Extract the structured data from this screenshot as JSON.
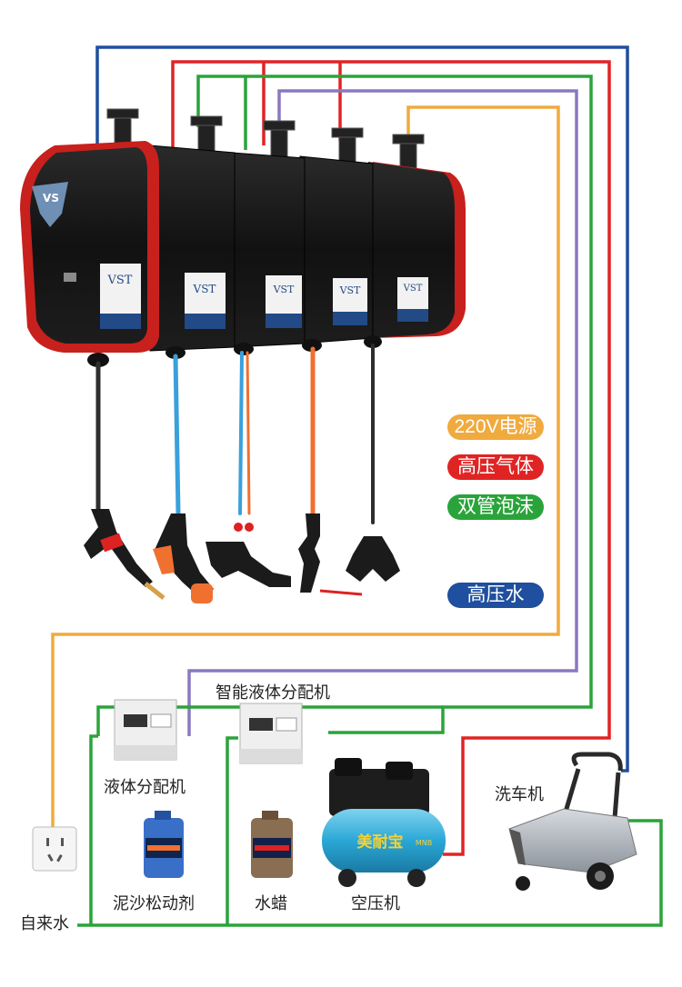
{
  "colors": {
    "power": "#f0aa3e",
    "air": "#e02424",
    "foam": "#2aa43a",
    "water_high": "#1f4f9e",
    "liquid": "#8a78c0",
    "tap": "#2aa43a"
  },
  "legend": [
    {
      "label": "220V电源",
      "color": "#f0aa3e"
    },
    {
      "label": "高压气体",
      "color": "#e02424"
    },
    {
      "label": "双管泡沫",
      "color": "#2aa43a"
    },
    {
      "label": "高压水",
      "color": "#1f4f9e"
    }
  ],
  "reels": {
    "brand": "VST",
    "logo_text": "VS",
    "count": 5
  },
  "labels": {
    "smart_dispenser": "智能液体分配机",
    "liquid_dispenser": "液体分配机",
    "car_washer": "洗车机",
    "mud_loosener": "泥沙松动剂",
    "water_wax": "水蜡",
    "air_compressor": "空压机",
    "tap_water": "自来水"
  },
  "compressor_brand": "美耐宝",
  "compressor_brand_en": "MNB"
}
